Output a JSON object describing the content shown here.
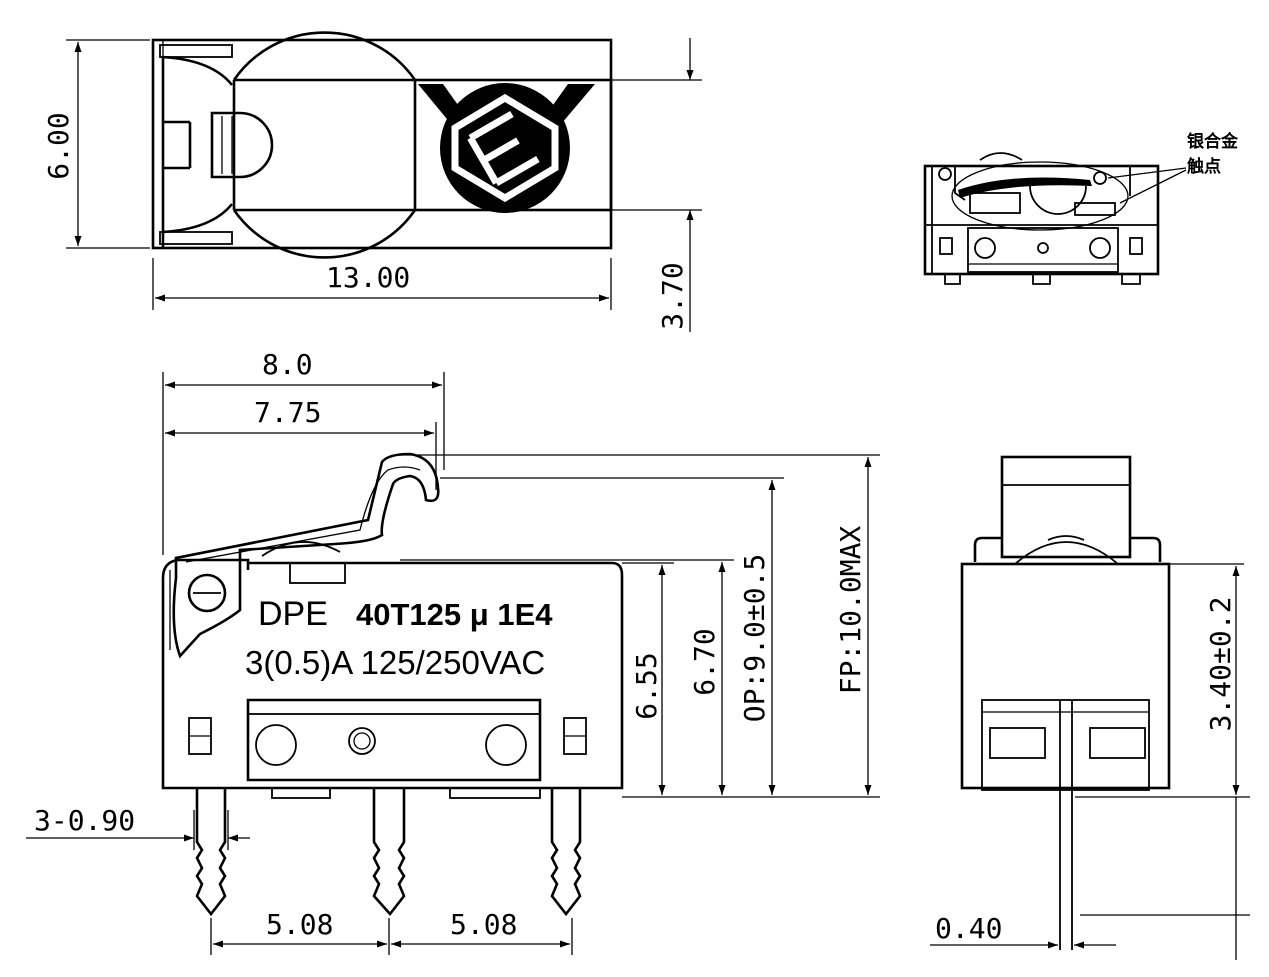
{
  "top_view": {
    "dim_height": "6.00",
    "dim_length": "13.00",
    "dim_actuator_offset": "3.70"
  },
  "right_detail": {
    "contact_label_line1": "银合金",
    "contact_label_line2": "触点"
  },
  "side_view": {
    "dim_total_length": "8.0",
    "dim_lever_length": "7.75",
    "marking_line1_prefix": "DPE",
    "marking_line1_model": "40T125 μ 1E4",
    "marking_line2": "3(0.5)A 125/250VAC",
    "dim_body_height": "6.55",
    "dim_height_2": "6.70",
    "dim_op": "OP:9.0±0.5",
    "dim_fp": "FP:10.0MAX",
    "dim_terminal_width": "3-0.90",
    "dim_pitch_1": "5.08",
    "dim_pitch_2": "5.08"
  },
  "end_view": {
    "dim_height": "3.40±0.2",
    "dim_terminal_thickness": "0.40"
  },
  "colors": {
    "line": "#000000",
    "background": "#ffffff"
  }
}
